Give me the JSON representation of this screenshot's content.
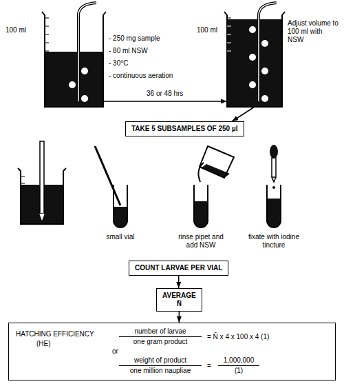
{
  "diagram": {
    "nodes": [
      {
        "text": [
          "100 ml",
          "- 250 mg sample",
          "- 80 ml NSW",
          "- 30°C",
          "- continuous aeration"
        ]
      },
      {
        "text": [
          "100 ml",
          "Adjust volume to 100 ml with NSW"
        ]
      },
      {
        "text": [
          "TAKE 5 SUBSAMPLES OF 250 µl"
        ]
      },
      {
        "text": [
          "COUNT LARVAE PER VIAL"
        ]
      },
      {
        "text": [
          "AVERAGE",
          "N̄"
        ]
      },
      {
        "text": [
          "HATCHING EFFICIENCY",
          "(HE)",
          "number of larvae",
          "one gram product",
          "= N̄ x 4 x 100 x 4 (1)",
          "or",
          "weight of product",
          "one million naupliae",
          "=",
          "1,000,000",
          "(1)"
        ]
      }
    ],
    "edges": [
      {
        "from": 0,
        "to": 1,
        "arrow": "to",
        "label": "36 or 48 hrs"
      },
      {
        "from": 1,
        "to": 2,
        "arrow": "to"
      },
      {
        "from": 3,
        "to": 4,
        "arrow": "to"
      },
      {
        "from": 4,
        "to": 5,
        "arrow": "to"
      }
    ],
    "labels": [
      "small vial",
      "rinse pipet and add NSW",
      "fixate with iodine tincture"
    ]
  }
}
